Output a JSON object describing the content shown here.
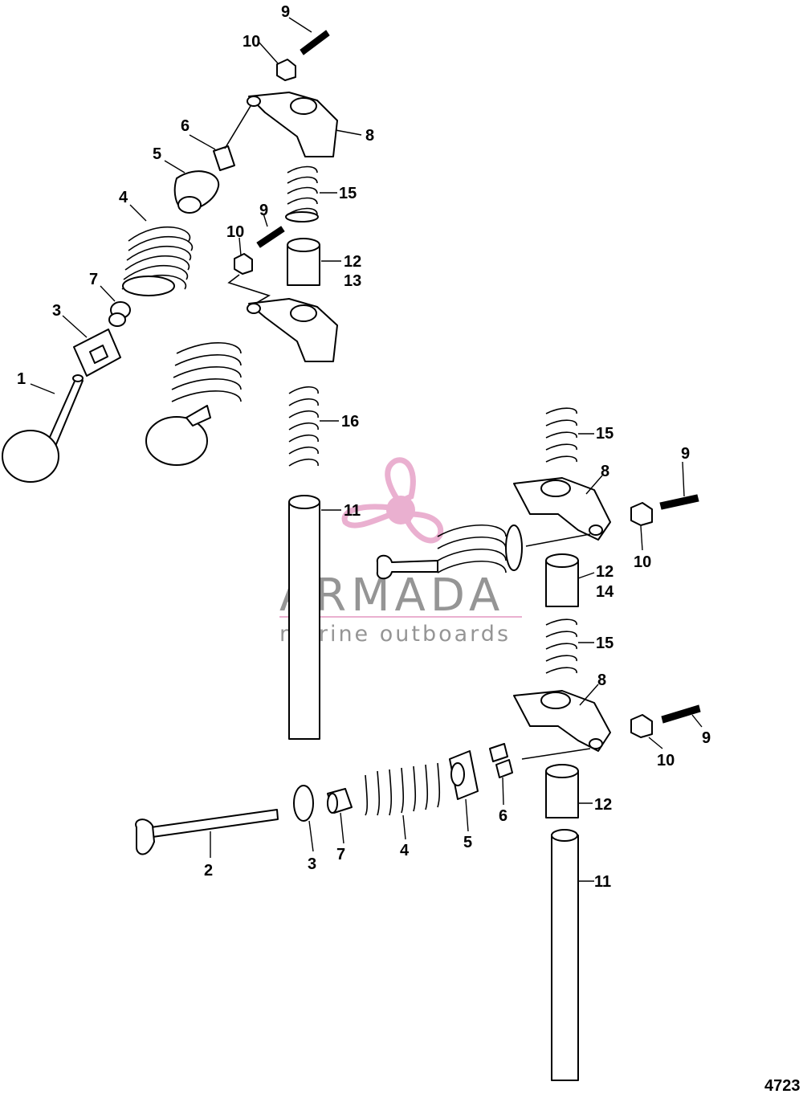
{
  "figure_number": "4723",
  "callouts": [
    "1",
    "2",
    "3",
    "3",
    "4",
    "4",
    "5",
    "5",
    "6",
    "6",
    "7",
    "7",
    "8",
    "8",
    "8",
    "9",
    "9",
    "9",
    "9",
    "10",
    "10",
    "10",
    "10",
    "11",
    "11",
    "12",
    "12",
    "12",
    "13",
    "14",
    "15",
    "15",
    "15",
    "16"
  ],
  "watermark": {
    "brand": "ARMADA",
    "tagline": "marine outboards",
    "accent_color": "#e8a8cc",
    "text_color": "#8a8a8a"
  },
  "colors": {
    "line": "#000000",
    "background": "#ffffff"
  }
}
